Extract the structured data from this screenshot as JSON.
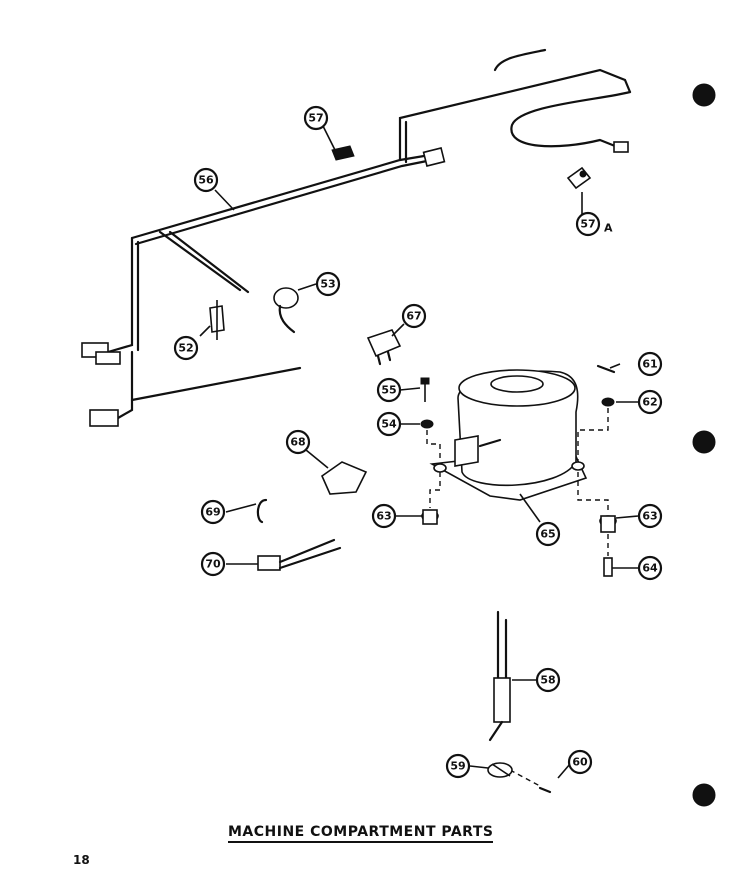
{
  "title": "MACHINE COMPARTMENT PARTS",
  "page_number": "18",
  "callouts": {
    "c57": "57",
    "c56": "56",
    "c57a": "57",
    "c57a_suffix": "A",
    "c53": "53",
    "c52": "52",
    "c67": "67",
    "c61": "61",
    "c55": "55",
    "c62": "62",
    "c54": "54",
    "c68": "68",
    "c69": "69",
    "c63l": "63",
    "c65": "65",
    "c63r": "63",
    "c70": "70",
    "c64": "64",
    "c58": "58",
    "c59": "59",
    "c60": "60"
  }
}
